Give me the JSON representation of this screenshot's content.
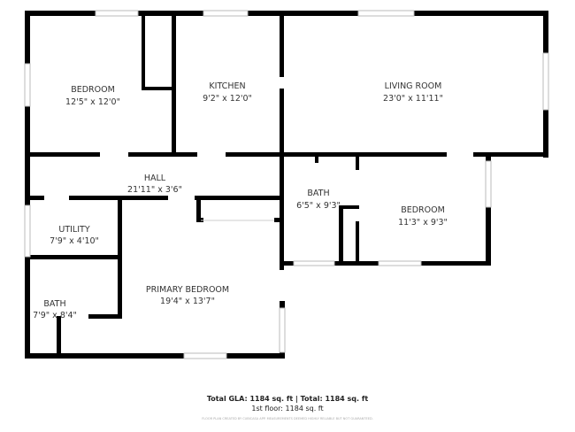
{
  "rooms": [
    {
      "name": "BEDROOM",
      "dims": "12'5\" x 12'0\""
    },
    {
      "name": "KITCHEN",
      "dims": "9'2\" x 12'0\""
    },
    {
      "name": "LIVING ROOM",
      "dims": "23'0\" x 11'11\""
    },
    {
      "name": "HALL",
      "dims": "21'11\" x 3'6\""
    },
    {
      "name": "BATH",
      "dims": "6'5\" x 9'3\""
    },
    {
      "name": "BEDROOM",
      "dims": "11'3\" x 9'3\""
    },
    {
      "name": "UTILITY",
      "dims": "7'9\" x 4'10\""
    },
    {
      "name": "PRIMARY BEDROOM",
      "dims": "19'4\" x 13'7\""
    },
    {
      "name": "BATH",
      "dims": "7'9\" x 8'4\""
    }
  ],
  "footer": {
    "totals": "Total GLA: 1184 sq. ft | Total: 1184 sq. ft",
    "floor": "1st floor: 1184 sq. ft",
    "disclaimer": "FLOOR PLAN CREATED BY CUBICASA APP. MEASUREMENTS DEEMED HIGHLY RELIABLE BUT NOT GUARANTEED."
  },
  "colors": {
    "wall": "#000000",
    "window": "#bbbbbb"
  }
}
